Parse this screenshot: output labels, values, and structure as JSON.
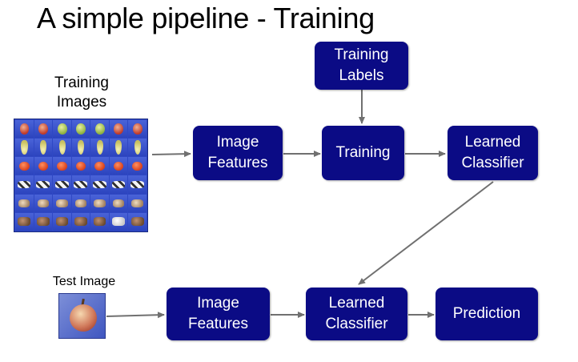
{
  "title": "A simple pipeline - Training",
  "labels": {
    "training_images": "Training\nImages",
    "test_image": "Test Image"
  },
  "training_row": {
    "image_features": "Image\nFeatures",
    "training": "Training",
    "training_labels": "Training\nLabels",
    "learned_classifier": "Learned\nClassifier"
  },
  "test_row": {
    "image_features": "Image\nFeatures",
    "learned_classifier": "Learned\nClassifier",
    "prediction": "Prediction"
  },
  "colors": {
    "box_fill": "#0b0b85",
    "box_text": "#ffffff",
    "arrow": "#707070"
  }
}
